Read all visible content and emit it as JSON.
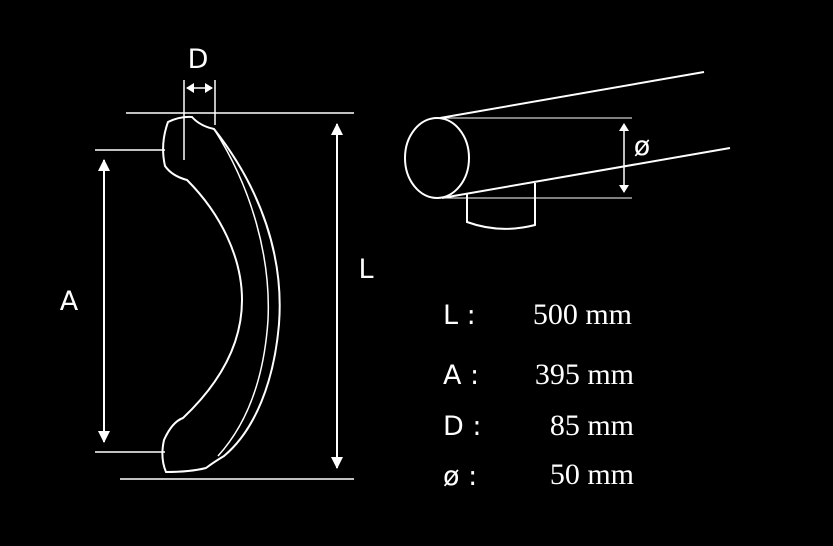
{
  "labels": {
    "d": "D",
    "a": "A",
    "l": "L",
    "diameter": "ø"
  },
  "specs": [
    {
      "key": "L :",
      "value": "500 mm"
    },
    {
      "key": "A :",
      "value": "395 mm"
    },
    {
      "key": "D :",
      "value": "85 mm"
    },
    {
      "key": "ø :",
      "value": "50 mm"
    }
  ],
  "colors": {
    "background": "#000000",
    "line": "#ffffff"
  }
}
